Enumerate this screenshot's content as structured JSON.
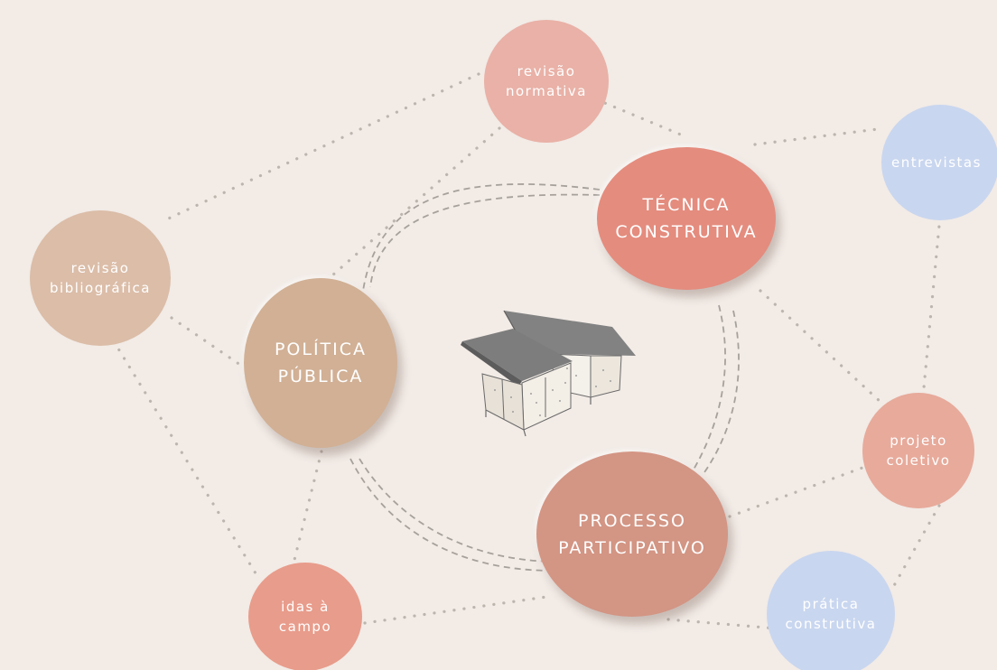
{
  "diagram": {
    "nodes": {
      "revisao_normativa": [
        "revisão",
        "normativa"
      ],
      "entrevistas": [
        "entrevistas"
      ],
      "revisao_bibliografica": [
        "revisão",
        "bibliográfica"
      ],
      "tecnica_construtiva": [
        "TÉCNICA",
        "CONSTRUTIVA"
      ],
      "politica_publica": [
        "POLÍTICA",
        "PÚBLICA"
      ],
      "projeto_coletivo": [
        "projeto",
        "coletivo"
      ],
      "processo_participativo": [
        "PROCESSO",
        "PARTICIPATIVO"
      ],
      "idas_a_campo": [
        "idas à",
        "campo"
      ],
      "pratica_construtiva": [
        "prática",
        "construtiva"
      ]
    },
    "center_icon": "house-sketch-icon",
    "colors": {
      "background": "#f2ebe6",
      "connector": "#b9b3ad",
      "tecnica_construtiva": "#e48c7e",
      "politica_publica": "#d1b095",
      "processo_participativo": "#d39584",
      "revisao_normativa": "#e9b1a7",
      "revisao_bibliografica": "#dbbda8",
      "projeto_coletivo": "#e7aa9b",
      "idas_a_campo": "#e89c8b",
      "entrevistas": "#c9d6ef",
      "pratica_construtiva": "#c9d6ef",
      "label_text": "#ffffff"
    }
  }
}
